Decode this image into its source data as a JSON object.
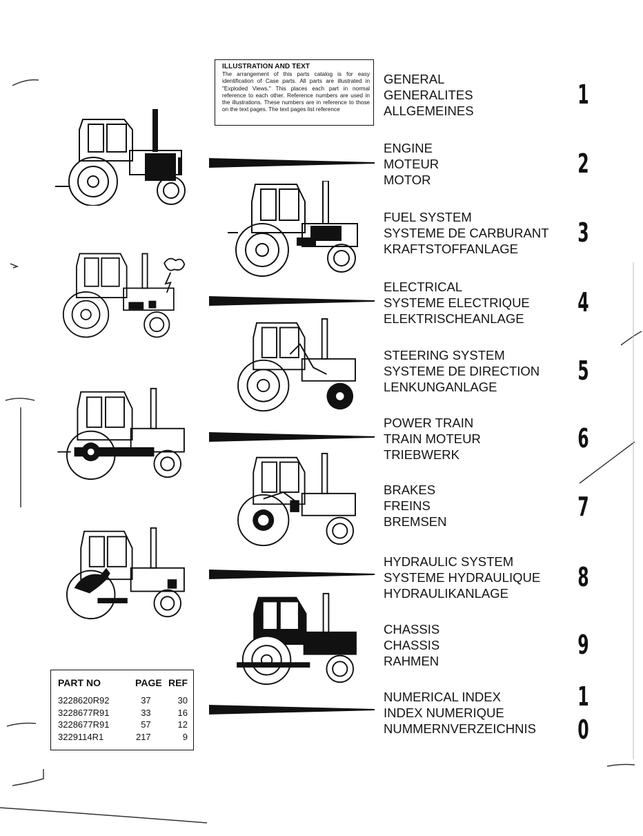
{
  "intro": {
    "title": "ILLUSTRATION AND TEXT",
    "body": "The arrangement of this parts catalog is for easy identification of Case parts. All parts are illustrated in \"Exploded Views.\" This places each part in normal reference to each other. Reference numbers are used in the illustrations. These numbers are in reference to those on the text pages. The text pages list reference"
  },
  "sections": [
    {
      "number": "1",
      "lines": [
        "GENERAL",
        "GENERALITES",
        "ALLGEMEINES"
      ]
    },
    {
      "number": "2",
      "lines": [
        "ENGINE",
        "MOTEUR",
        "MOTOR"
      ]
    },
    {
      "number": "3",
      "lines": [
        "FUEL SYSTEM",
        "SYSTEME DE CARBURANT",
        "KRAFTSTOFFANLAGE"
      ]
    },
    {
      "number": "4",
      "lines": [
        "ELECTRICAL",
        "SYSTEME ELECTRIQUE",
        "ELEKTRISCHEANLAGE"
      ]
    },
    {
      "number": "5",
      "lines": [
        "STEERING SYSTEM",
        "SYSTEME DE DIRECTION",
        "LENKUNGANLAGE"
      ]
    },
    {
      "number": "6",
      "lines": [
        "POWER TRAIN",
        "TRAIN MOTEUR",
        "TRIEBWERK"
      ]
    },
    {
      "number": "7",
      "lines": [
        "BRAKES",
        "FREINS",
        "BREMSEN"
      ]
    },
    {
      "number": "8",
      "lines": [
        "HYDRAULIC SYSTEM",
        "SYSTEME HYDRAULIQUE",
        "HYDRAULIKANLAGE"
      ]
    },
    {
      "number": "9",
      "lines": [
        "CHASSIS",
        "CHASSIS",
        "RAHMEN"
      ]
    },
    {
      "number": "10",
      "lines": [
        "NUMERICAL INDEX",
        "INDEX NUMERIQUE",
        "NUMMERNVERZEICHNIS"
      ]
    }
  ],
  "parts_table": {
    "headers": [
      "PART NO",
      "PAGE",
      "REF"
    ],
    "rows": [
      [
        "3228620R92",
        "37",
        "30"
      ],
      [
        "3228677R91",
        "33",
        "16"
      ],
      [
        "3228677R91",
        "57",
        "12"
      ],
      [
        "3229114R1",
        "217",
        "9"
      ]
    ]
  },
  "icons": [
    "tractor-engine-icon",
    "tractor-fuel-icon",
    "tractor-electrical-icon",
    "tractor-steering-icon",
    "tractor-powertrain-icon",
    "tractor-brakes-icon",
    "tractor-hydraulic-icon",
    "tractor-chassis-icon"
  ]
}
